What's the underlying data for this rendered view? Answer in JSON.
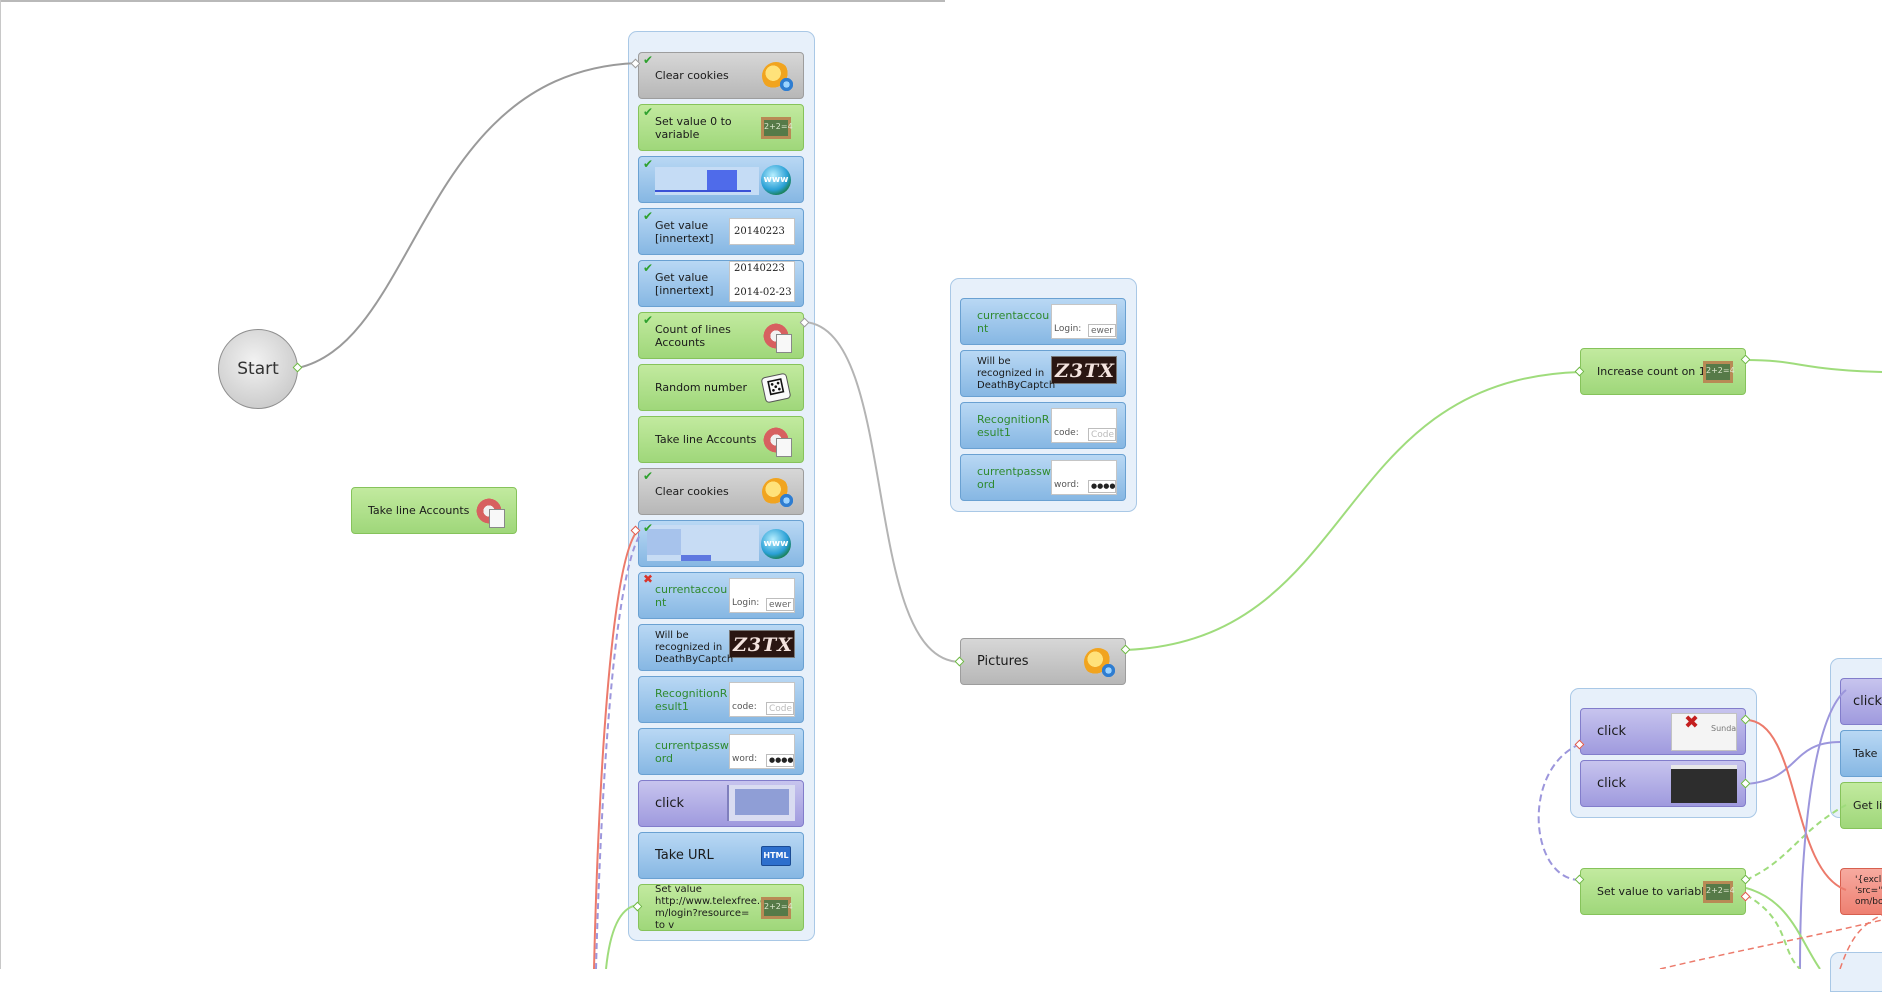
{
  "canvas": {
    "start_label": "Start",
    "take_line_accounts_label": "Take line Accounts",
    "pictures_label": "Pictures",
    "increase_count_label": "Increase count on 1",
    "set_value_variable_label": "Set value  to variable"
  },
  "main_group": {
    "clear_cookies_1": "Clear cookies",
    "set_value_0": "Set value 0 to variable",
    "get_value_1": "Get value [innertext]",
    "get_value_1_thumb": "20140223",
    "get_value_2": "Get value [innertext]",
    "get_value_2_thumb_top": "20140223",
    "get_value_2_thumb_bottom": "2014-02-23",
    "count_lines": "Count of lines Accounts",
    "random_number": "Random number",
    "take_line_accounts": "Take line Accounts",
    "clear_cookies_2": "Clear cookies",
    "currentaccount": "currentaccou nt",
    "currentaccount_login": "Login:",
    "currentaccount_value": "ewer",
    "deathbycaptcha": "Will be recognized in DeathByCaptch",
    "captcha_text": "Z3TX",
    "recognition_result": "RecognitionR esult1",
    "recognition_code": "code:",
    "recognition_placeholder": "Code",
    "currentpassword": "currentpassw ord",
    "currentpassword_label": "word:",
    "currentpassword_value": "●●●●",
    "click": "click",
    "take_url": "Take URL",
    "html_icon": "HTML",
    "set_value_url": "Set value http://www.telexfree.co m/login?resource=  to v"
  },
  "second_group": {
    "currentaccount": "currentaccou nt",
    "currentaccount_login": "Login:",
    "currentaccount_value": "ewer",
    "deathbycaptcha": "Will be recognized in DeathByCaptch",
    "captcha_text": "Z3TX",
    "recognition_result": "RecognitionR esult1",
    "recognition_code": "code:",
    "recognition_placeholder": "Code",
    "currentpassword": "currentpassw ord",
    "currentpassword_label": "word:",
    "currentpassword_value": "●●●●"
  },
  "click_group": {
    "click_1": "click",
    "click_1_thumb": "Sunda",
    "click_2": "click"
  },
  "right_edge": {
    "click": "click",
    "take": "Take",
    "get": "Get li",
    "red_node": "'{exclu 'src='', om/bo"
  },
  "icons": {
    "gears": "gears-icon",
    "chalkboard": "chalkboard-icon",
    "globe": "www-globe-icon",
    "cog_doc": "cog-document-icon",
    "dice": "dice-icon",
    "html": "html-icon"
  },
  "colors": {
    "group_bg": "#e7f0fa",
    "green_node": "#9fd77a",
    "blue_node": "#86b7e3",
    "gray_node": "#b7b7b7",
    "purple_node": "#9f9ade",
    "red_node": "#ee8071",
    "wire_gray": "#9a9a9a",
    "wire_green": "#8fd46a",
    "wire_red": "#ec7a6b",
    "wire_purple": "#9c96dc"
  }
}
